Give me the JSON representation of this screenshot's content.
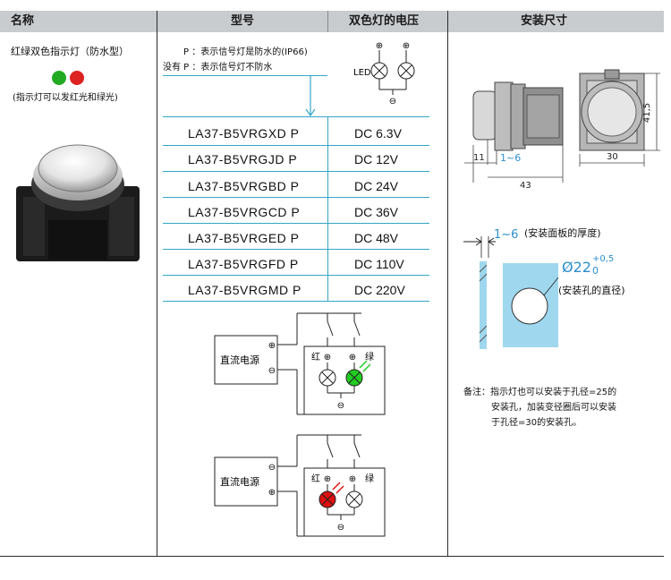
{
  "header": {
    "col_name": "名称",
    "col_model": "型号",
    "col_voltage": "双色灯的电压",
    "col_size": "安装尺寸"
  },
  "product": {
    "name": "红绿双色指示灯（防水型）",
    "note": "(指示灯可以发红光和绿光)",
    "dot_colors": [
      "#22aa22",
      "#dd2222"
    ]
  },
  "legend": {
    "line1": "P ：表示信号灯是防水的(IP66)",
    "line2": "没有 P ：表示信号灯不防水"
  },
  "voltage_diagram": {
    "led_label": "LED",
    "plus": "⊕",
    "minus": "⊖"
  },
  "rows": [
    {
      "model": "LA37-B5VRGXD P",
      "voltage": "DC 6.3V"
    },
    {
      "model": "LA37-B5VRGJD P",
      "voltage": "DC 12V"
    },
    {
      "model": "LA37-B5VRGBD P",
      "voltage": "DC 24V"
    },
    {
      "model": "LA37-B5VRGCD P",
      "voltage": "DC 36V"
    },
    {
      "model": "LA37-B5VRGED P",
      "voltage": "DC 48V"
    },
    {
      "model": "LA37-B5VRGFD P",
      "voltage": "DC 110V"
    },
    {
      "model": "LA37-B5VRGMD P",
      "voltage": "DC 220V"
    }
  ],
  "wiring": {
    "power_label": "直流电源",
    "red_label": "红",
    "green_label": "绿",
    "plus": "⊕",
    "minus": "⊖"
  },
  "dimensions": {
    "dim_11": "11",
    "dim_1_6": "1~6",
    "dim_43": "43",
    "dim_30": "30",
    "dim_41_5": "41,5",
    "panel_range": "1~6",
    "panel_label": "(安装面板的厚度)",
    "hole_diameter": "Ø22",
    "tol_upper": "+0,5",
    "tol_lower": "0",
    "hole_label": "(安装孔的直径)"
  },
  "remark": {
    "line1": "备注：指示灯也可以安装于孔径=25的",
    "line2": "安装孔，加装变径圈后可以安装",
    "line3": "于孔径=30的安装孔。"
  },
  "colors": {
    "header_bg": "#c9cccf",
    "row_line": "#34a6c8",
    "panel_blue": "#9fd7ee",
    "led_green": "#22cc22",
    "led_red": "#dd1111"
  }
}
